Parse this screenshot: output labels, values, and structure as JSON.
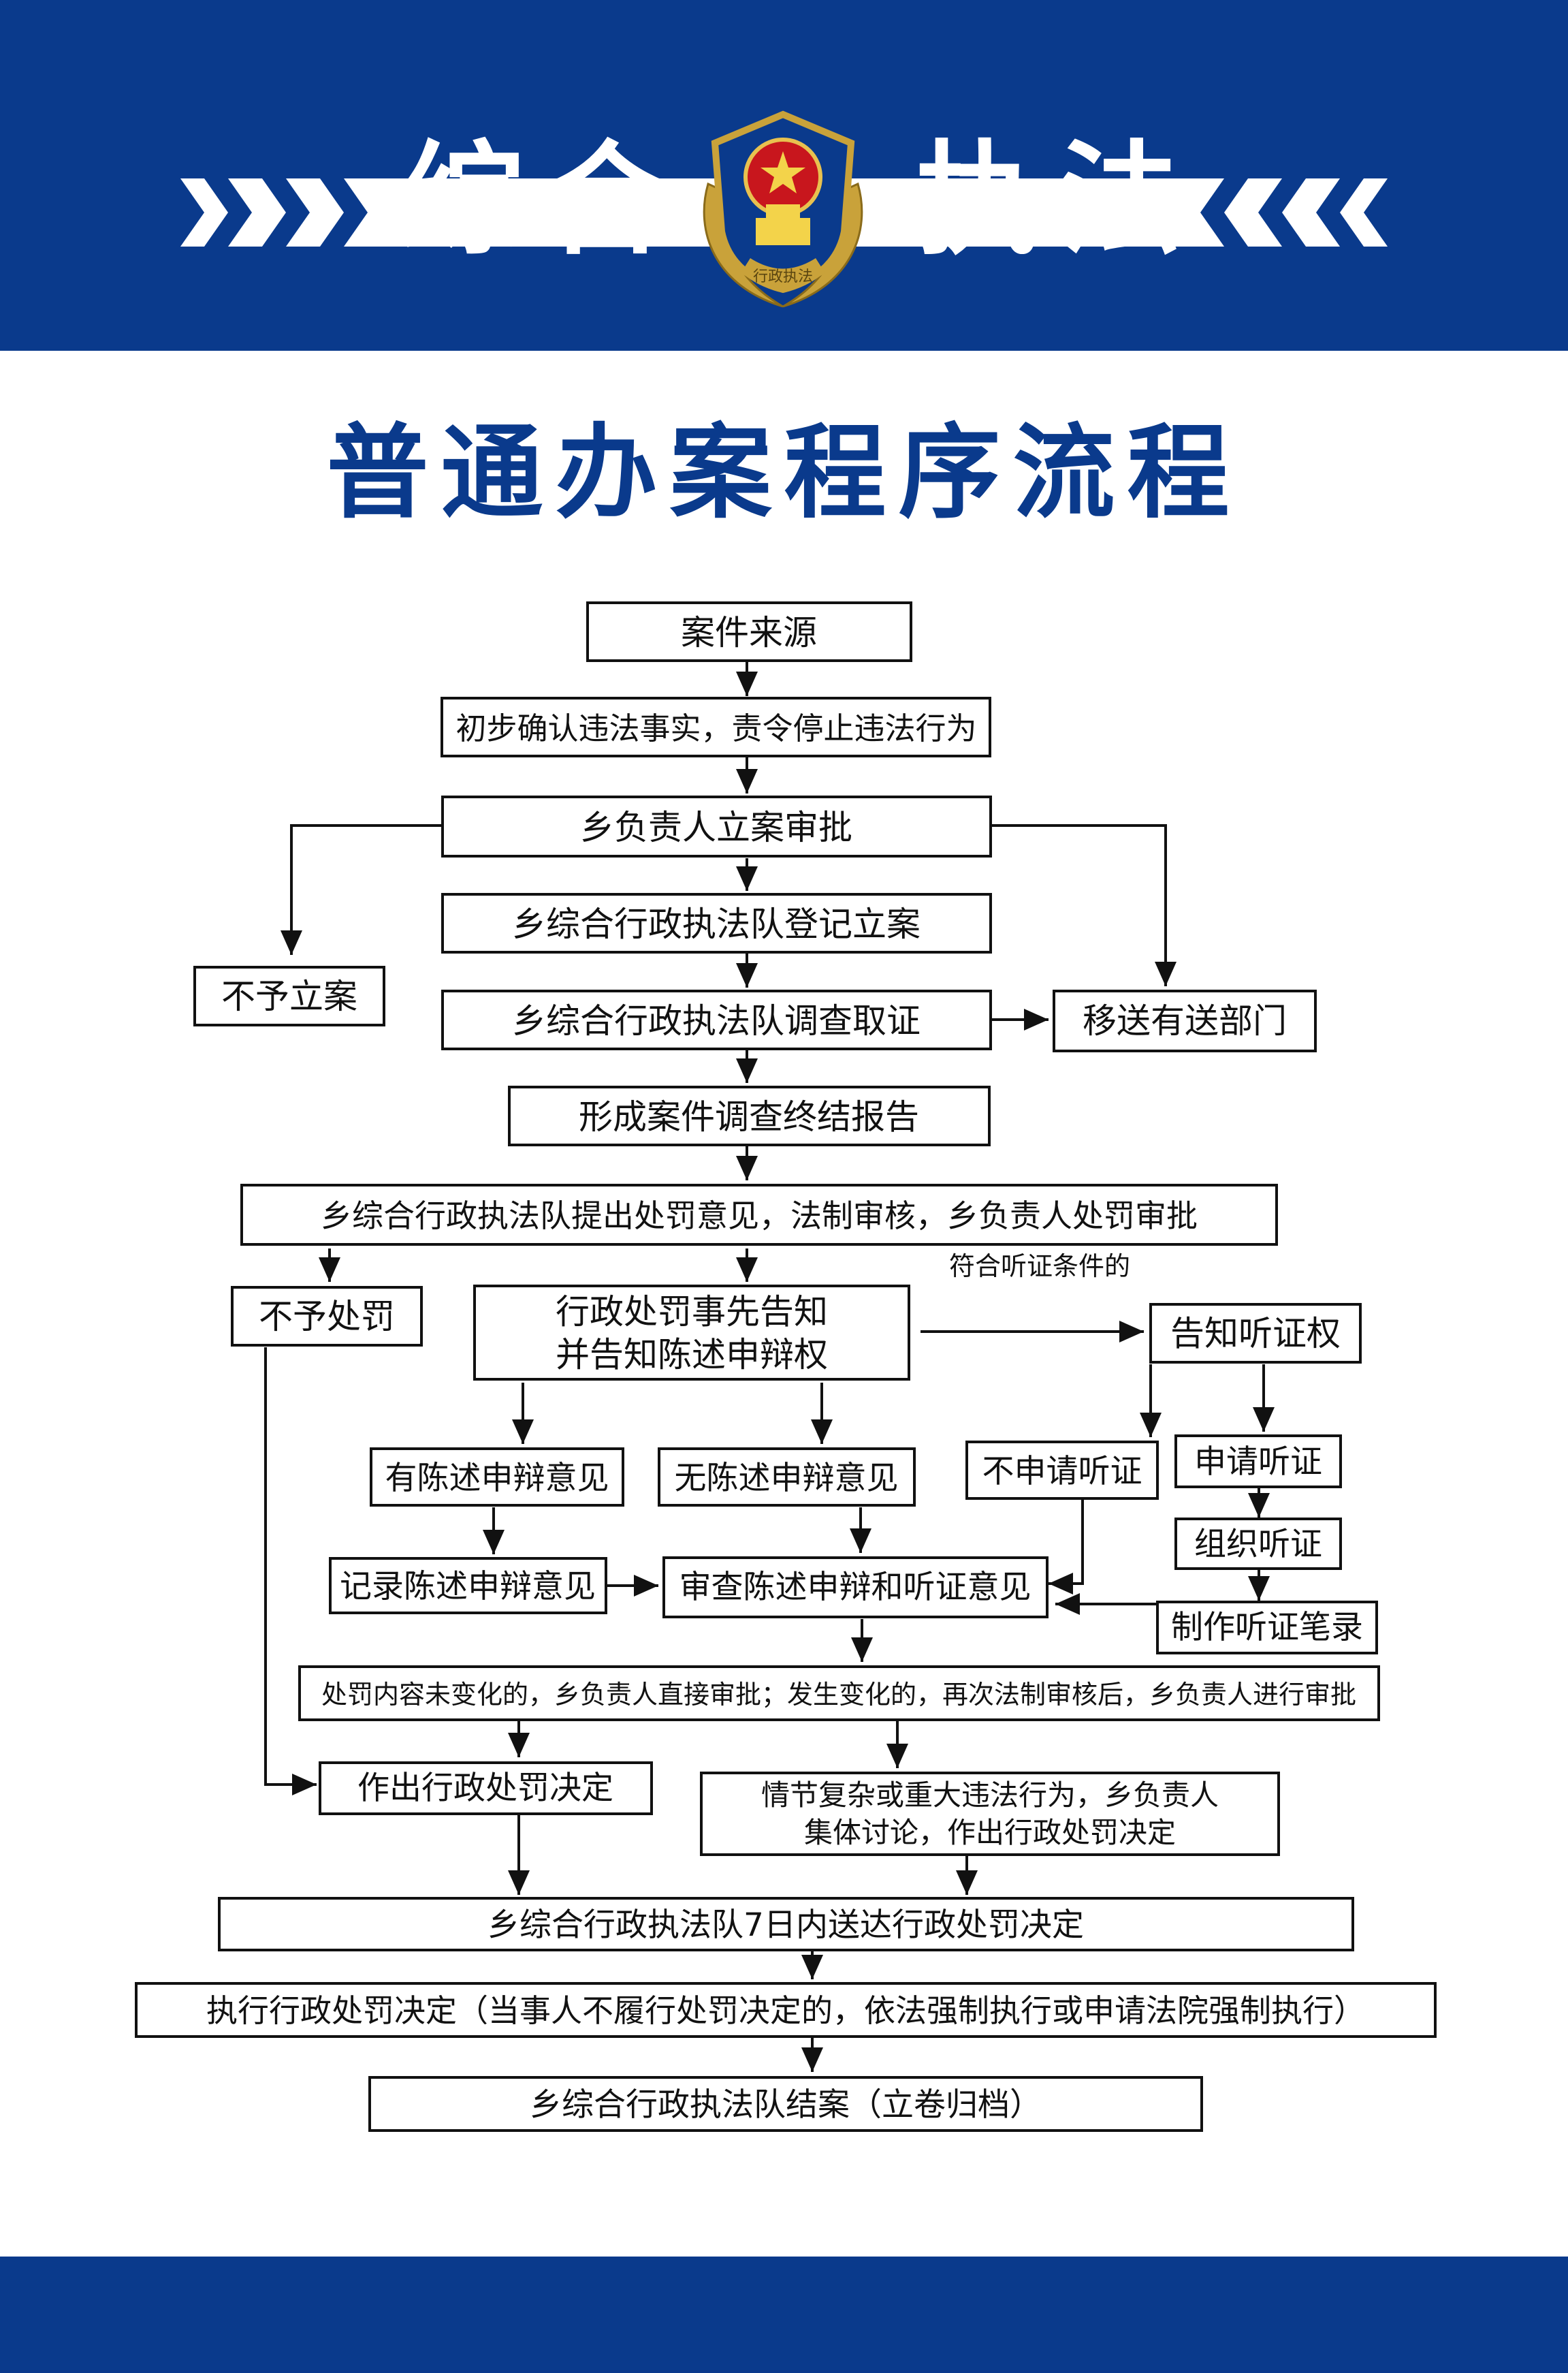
{
  "header": {
    "title_left": "综合",
    "title_right": "执法",
    "emblem_text": "行政执法"
  },
  "page_title": "普通办案程序流程",
  "nodes": {
    "case_source": "案件来源",
    "initial_confirm": "初步确认违法事实，责令停止违法行为",
    "approve_filing": "乡负责人立案审批",
    "no_filing": "不予立案",
    "register_case": "乡综合行政执法队登记立案",
    "investigate": "乡综合行政执法队调查取证",
    "transfer": "移送有送部门",
    "final_report": "形成案件调查终结报告",
    "penalty_opinion": "乡综合行政执法队提出处罚意见，法制审核，乡负责人处罚审批",
    "no_penalty": "不予处罚",
    "prior_notice_1": "行政处罚事先告知",
    "prior_notice_2": "并告知陈述申辩权",
    "hearing_condition": "符合听证条件的",
    "notify_hearing": "告知听证权",
    "has_statement": "有陈述申辩意见",
    "no_statement": "无陈述申辩意见",
    "no_hearing_request": "不申请听证",
    "apply_hearing": "申请听证",
    "organize_hearing": "组织听证",
    "record_statement": "记录陈述申辩意见",
    "review_opinions": "审查陈述申辩和听证意见",
    "hearing_record": "制作听证笔录",
    "approval_rule": "处罚内容未变化的，乡负责人直接审批；发生变化的，再次法制审核后，乡负责人进行审批",
    "make_decision": "作出行政处罚决定",
    "collective_1": "情节复杂或重大违法行为，乡负责人",
    "collective_2": "集体讨论，作出行政处罚决定",
    "deliver_decision": "乡综合行政执法队7日内送达行政处罚决定",
    "execute_decision": "执行行政处罚决定（当事人不履行处罚决定的，依法强制执行或申请法院强制执行）",
    "close_case": "乡综合行政执法队结案（立卷归档）"
  },
  "colors": {
    "brand_blue": "#0a3a8c",
    "gold": "#c9a23a",
    "emblem_red": "#c8161d"
  }
}
